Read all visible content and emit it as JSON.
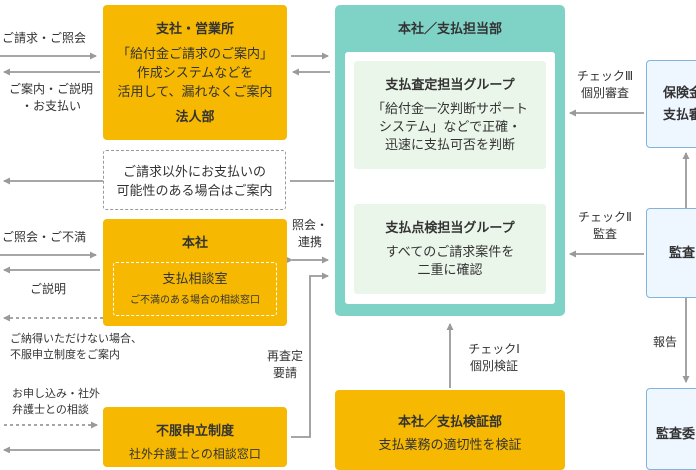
{
  "left": {
    "inquiry": "ご請求・ご照会",
    "guidance": [
      "ご案内・ご説明",
      "・お支払い"
    ],
    "inquiry_complaint": "ご照会・ご不満",
    "explanation": "ご説明",
    "not_satisfied": [
      "ご納得いただけない場合、",
      "不服申立制度をご案内"
    ],
    "apply": [
      "お申し込み・社外",
      "弁護士との相談"
    ]
  },
  "branch": {
    "title": "支社・営業所",
    "body": [
      "「給付金ご請求のご案内」",
      "作成システムなどを",
      "活用して、漏れなくご案内"
    ],
    "corp": "法人部"
  },
  "other_payment": [
    "ご請求以外にお支払いの",
    "可能性のある場合はご案内"
  ],
  "head_office": {
    "title": "本社",
    "room_title": "支払相談室",
    "room_note": "ご不満のある場合の相談窓口"
  },
  "objection": {
    "title": "不服申立制度",
    "body": "社外弁護士との相談窓口"
  },
  "mid_labels": {
    "liaison": [
      "照会・",
      "連携"
    ],
    "reexam": [
      "再査定",
      "要請"
    ]
  },
  "payment_dept": {
    "title": "本社／支払担当部",
    "assess_title": "支払査定担当グループ",
    "assess_body": [
      "「給付金一次判断サポート",
      "システム」などで正確・",
      "迅速に支払可否を判断"
    ],
    "check_title": "支払点検担当グループ",
    "check_body": [
      "すべてのご請求案件を",
      "二重に確認"
    ]
  },
  "verify_dept": {
    "title": "本社／支払検証部",
    "body": "支払業務の適切性を検証"
  },
  "check_labels": {
    "check1": [
      "チェックⅠ",
      "個別検証"
    ],
    "check2": [
      "チェックⅡ",
      "監査"
    ],
    "check3": [
      "チェックⅢ",
      "個別審査"
    ],
    "report": "報告"
  },
  "right": {
    "insurance": [
      "保険金",
      "支払審"
    ],
    "audit": "監査",
    "audit_committee": "監査委"
  },
  "colors": {
    "yellow": "#f6b800",
    "teal": "#7fd3c6",
    "light_green": "#ebf6ea",
    "light_blue": "#eef6ff",
    "arrow": "#9a9a9a"
  }
}
